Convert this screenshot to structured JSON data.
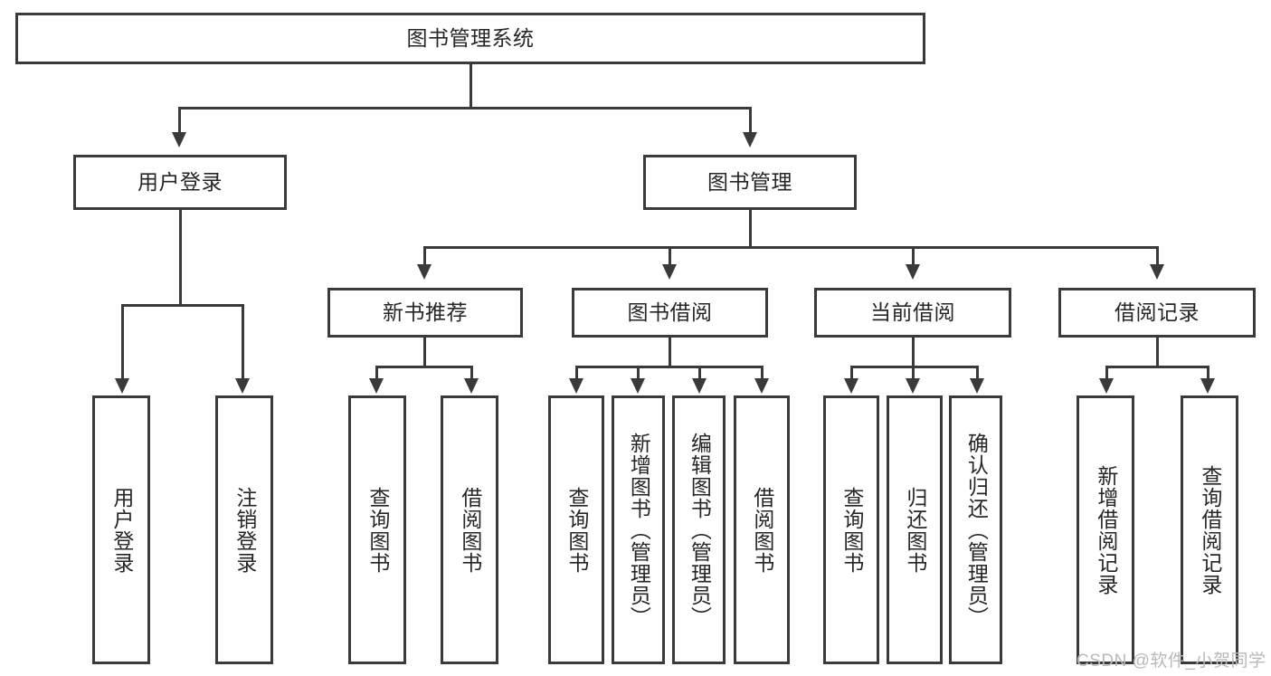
{
  "diagram": {
    "title": "图书管理系统",
    "type": "tree-hierarchy-chart",
    "root": {
      "label": "图书管理系统"
    },
    "level2": [
      {
        "label": "用户登录"
      },
      {
        "label": "图书管理"
      }
    ],
    "level3": [
      {
        "label": "新书推荐"
      },
      {
        "label": "图书借阅"
      },
      {
        "label": "当前借阅"
      },
      {
        "label": "借阅记录"
      }
    ],
    "leaves": {
      "user_login": [
        {
          "label": "用户登录"
        },
        {
          "label": "注销登录"
        }
      ],
      "new_book_recommend": [
        {
          "label": "查询图书"
        },
        {
          "label": "借阅图书"
        }
      ],
      "book_borrow": [
        {
          "label": "查询图书"
        },
        {
          "label": "新增图书（管理员）"
        },
        {
          "label": "编辑图书（管理员）"
        },
        {
          "label": "借阅图书"
        }
      ],
      "current_borrow": [
        {
          "label": "查询图书"
        },
        {
          "label": "归还图书"
        },
        {
          "label": "确认归还（管理员）"
        }
      ],
      "borrow_record": [
        {
          "label": "新增借阅记录"
        },
        {
          "label": "查询借阅记录"
        }
      ]
    }
  },
  "watermark": {
    "text": "CSDN @软件_小贺同学"
  },
  "colors": {
    "stroke": "#3a3a3a",
    "text": "#262626",
    "background": "#ffffff",
    "watermark": "#b9b9b9"
  }
}
